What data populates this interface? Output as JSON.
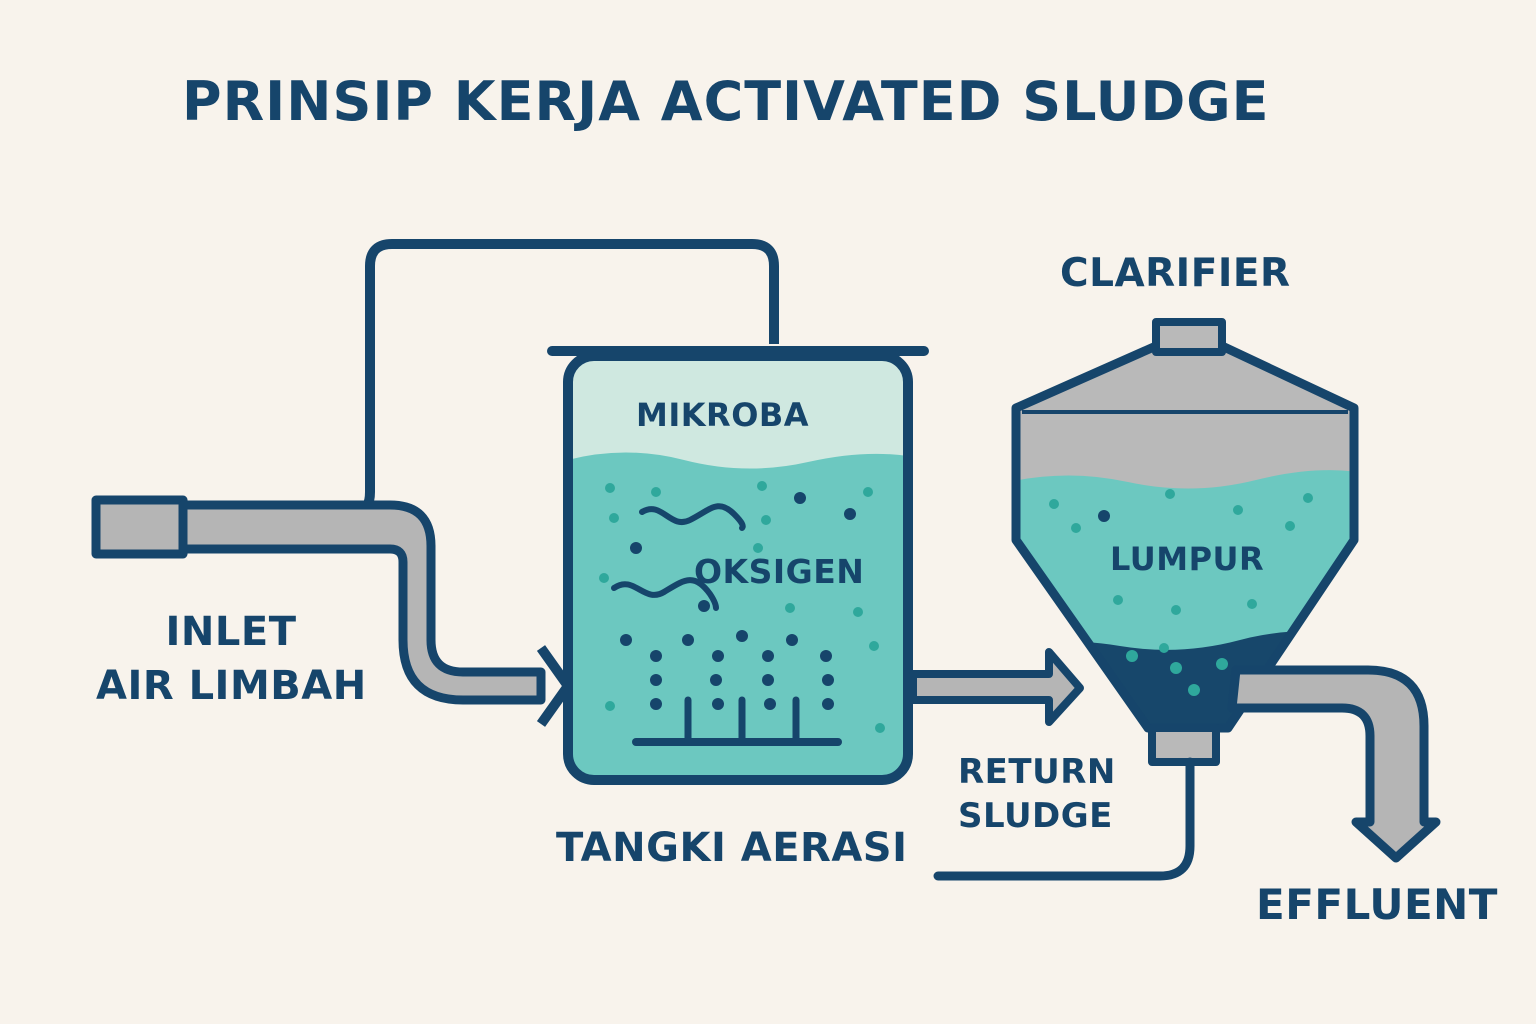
{
  "title": "PRINSIP KERJA ACTIVATED SLUDGE",
  "labels": {
    "inlet_line1": "INLET",
    "inlet_line2": "AIR LIMBAH",
    "aeration_tank": "TANGKI AERASI",
    "microbes": "MIKROBA",
    "oxygen": "OKSIGEN",
    "clarifier": "CLARIFIER",
    "sludge": "LUMPUR",
    "return_line1": "RETURN",
    "return_line2": "SLUDGE",
    "effluent": "EFFLUENT"
  },
  "colors": {
    "background": "#f8f3ec",
    "outline": "#16456b",
    "water": "#6cc8c0",
    "water_top": "#cfe8e0",
    "pipe": "#b5b5b5",
    "clarifier_body": "#b9b9b9",
    "sludge_layer": "#17476b",
    "bubble": "#2fa89c"
  }
}
